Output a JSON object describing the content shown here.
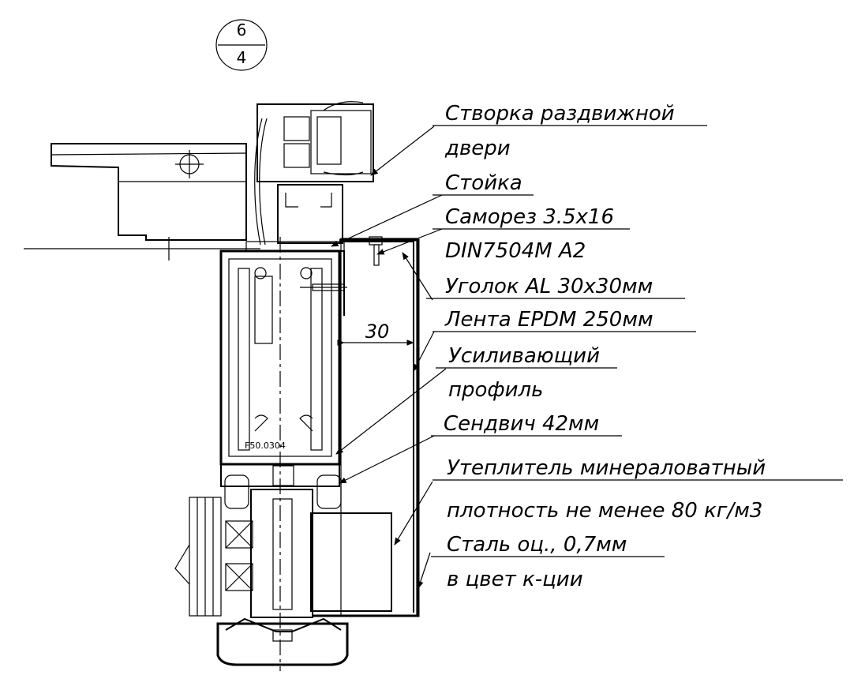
{
  "detail_marker": {
    "top": "6",
    "bottom": "4"
  },
  "profile_code": "F50.0304",
  "dimension": {
    "value": "30"
  },
  "callouts": [
    {
      "text": "Створка раздвижной",
      "underline": true
    },
    {
      "text": "двери",
      "underline": false
    },
    {
      "text": "Стойка",
      "underline": true
    },
    {
      "text": "Саморез 3.5х16",
      "underline": true
    },
    {
      "text": "DIN7504M A2",
      "underline": false
    },
    {
      "text": "Уголок AL 30x30мм",
      "underline": true
    },
    {
      "text": "Лента EPDM 250мм",
      "underline": true
    },
    {
      "text": "Усиливающий",
      "underline": true
    },
    {
      "text": "профиль",
      "underline": false
    },
    {
      "text": "Сендвич 42мм",
      "underline": true
    },
    {
      "text": "Утеплитель минераловатный",
      "underline": true
    },
    {
      "text": "плотность не менее 80 кг/м3",
      "underline": false
    },
    {
      "text": "Сталь оц., 0,7мм",
      "underline": true
    },
    {
      "text": "в цвет к-ции",
      "underline": false
    }
  ]
}
